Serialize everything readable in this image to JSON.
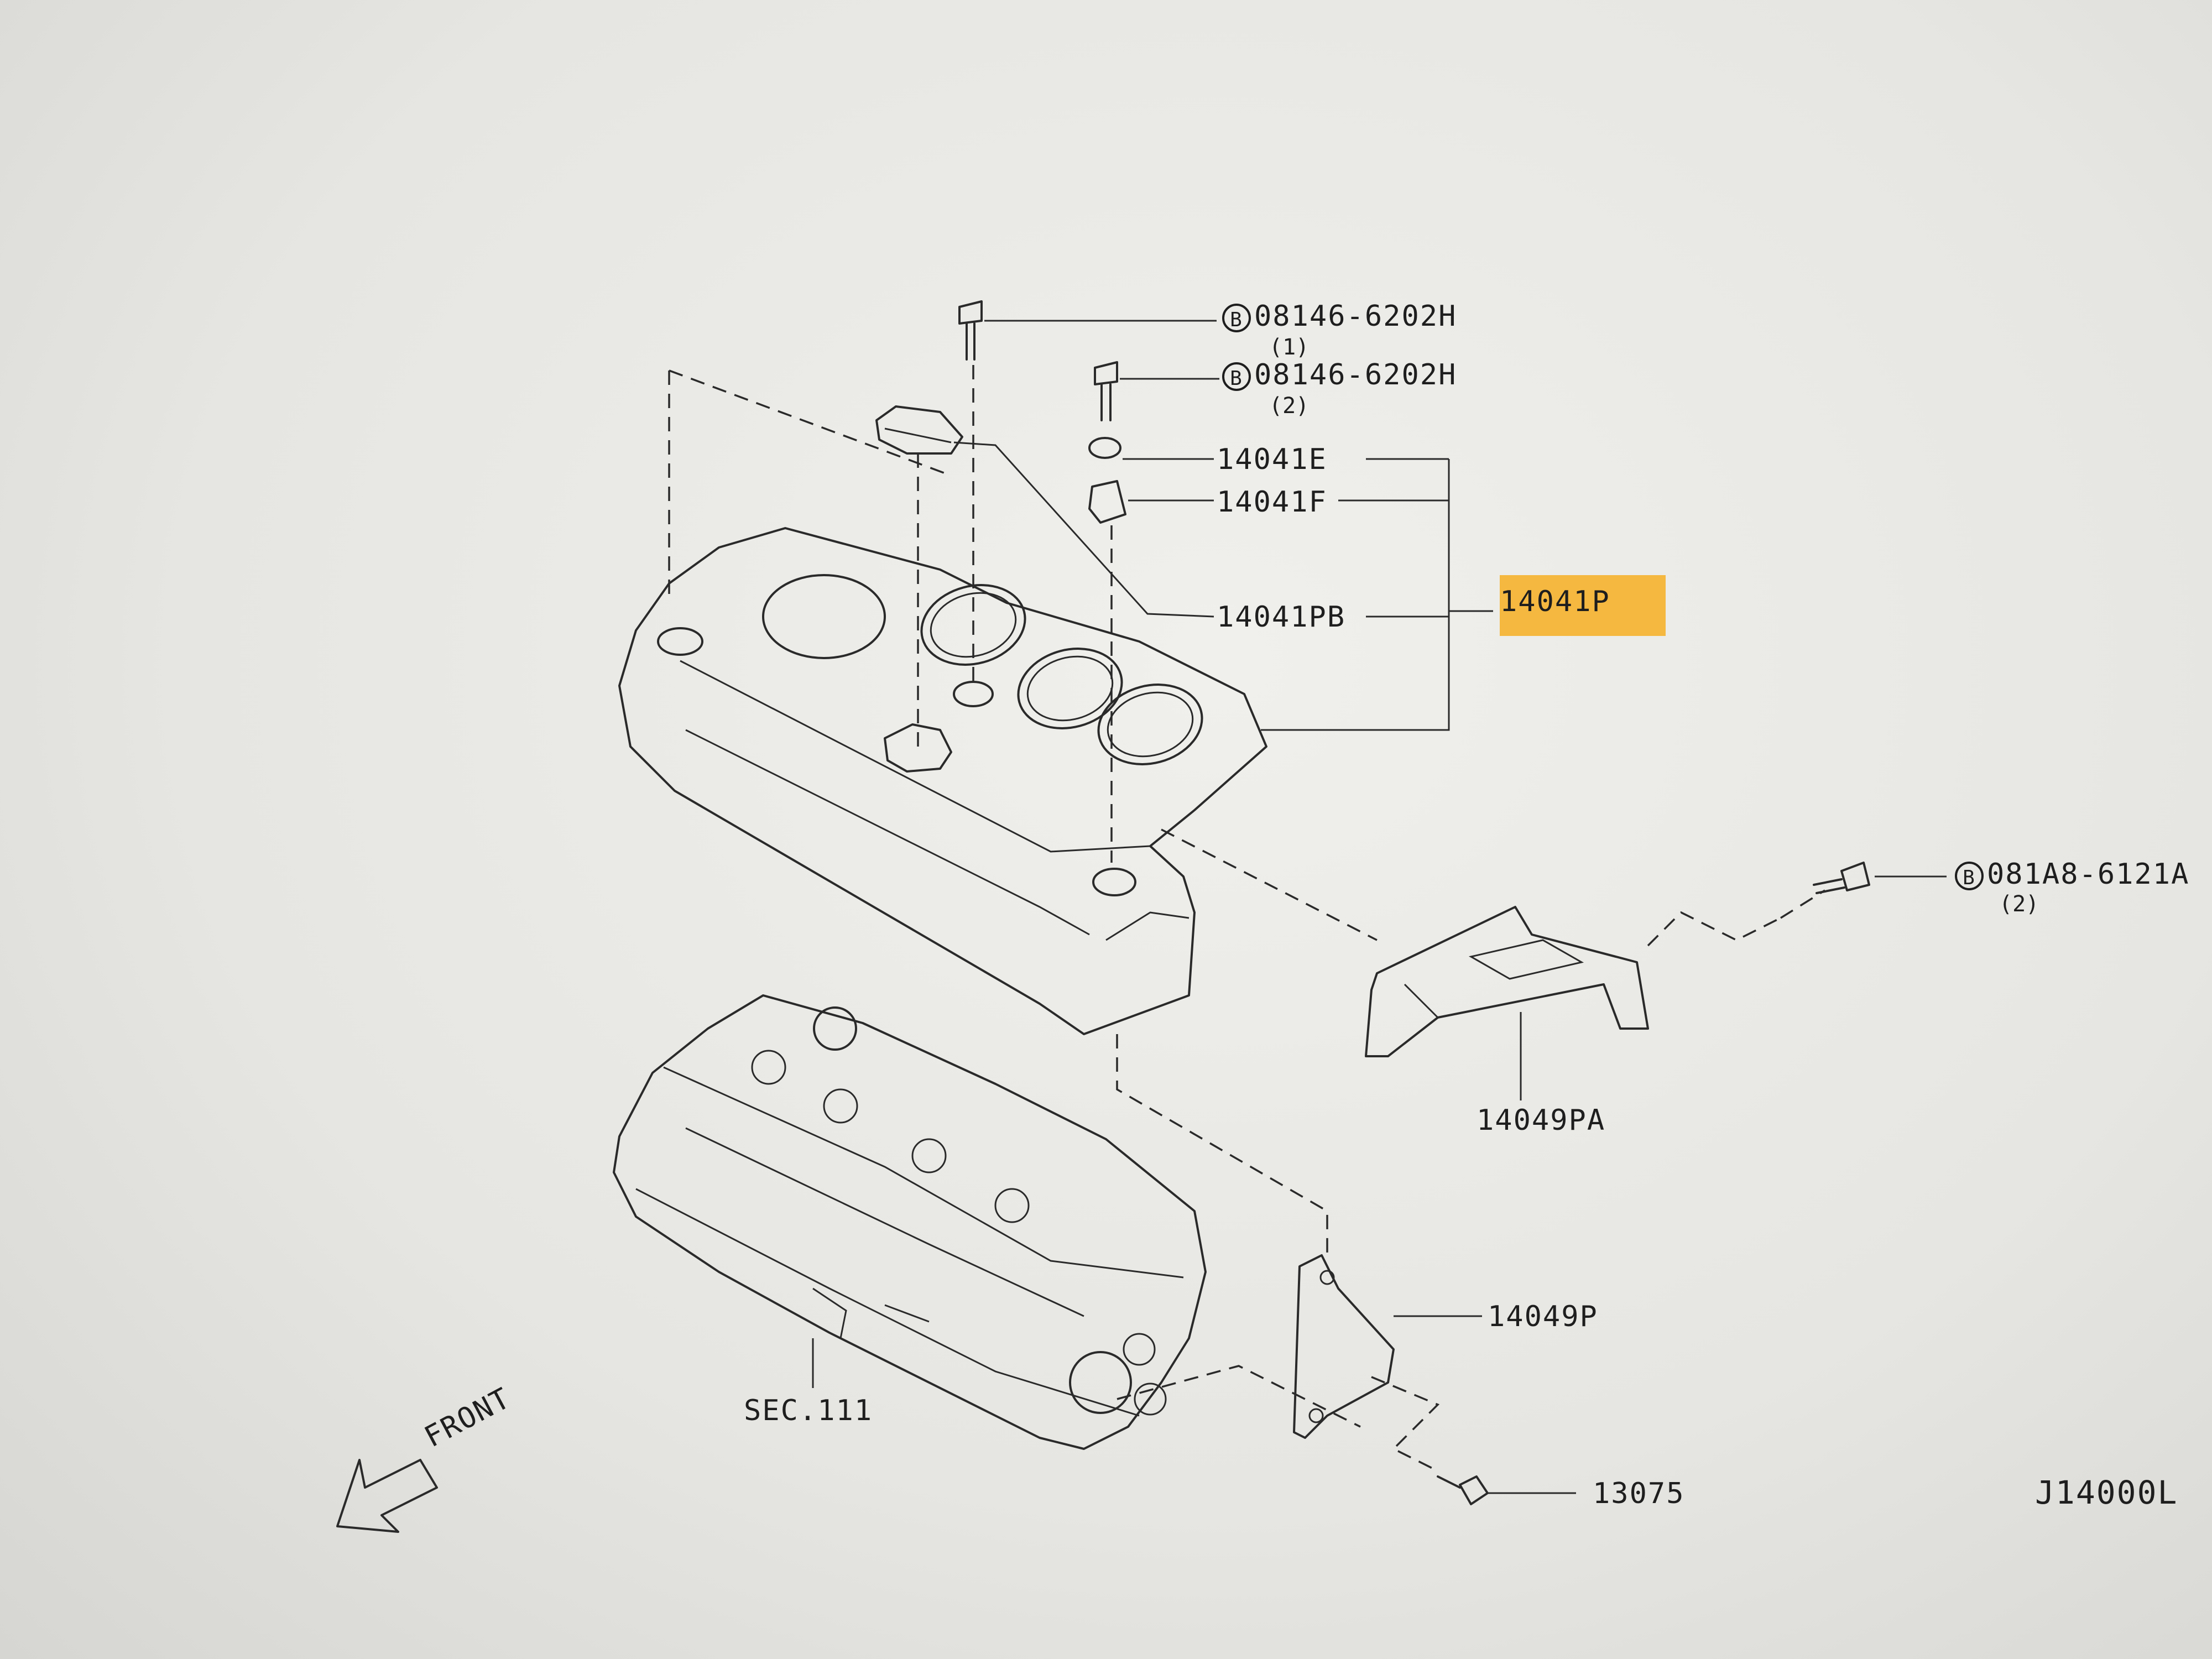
{
  "callouts": {
    "bolt_top": {
      "badge": "B",
      "part": "08146-6202H",
      "qty": "(1)"
    },
    "bolt_second": {
      "badge": "B",
      "part": "08146-6202H",
      "qty": "(2)"
    },
    "grommet_e": "14041E",
    "grommet_f": "14041F",
    "cover_pb": "14041PB",
    "cover_assy": "14041P",
    "bracket_bolt": {
      "badge": "B",
      "part": "081A8-6121A",
      "qty": "(2)"
    },
    "bracket_pa": "14049PA",
    "bracket_p": "14049P",
    "bolt_bottom": "13075",
    "cylinder_head": "SEC.111",
    "front_label": "FRONT",
    "diagram_code": "J14000L"
  },
  "colors": {
    "highlight": "#f5b840",
    "line": "#2a2a2a"
  }
}
